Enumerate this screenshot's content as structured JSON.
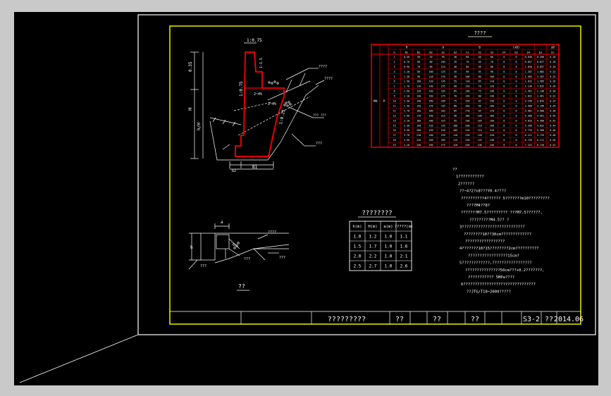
{
  "app": {
    "background": "#c9c9c9",
    "canvas": "#000000",
    "sheet_border": "#ffff00",
    "section_color": "#ff0000",
    "line_color": "#ffffff"
  },
  "title_block": {
    "name": "?????????",
    "f1": "??",
    "f2": "??",
    "f3": "??",
    "drawing_no": "S3-2",
    "f4": "??",
    "date": "2014.06"
  },
  "section": {
    "dims": {
      "total_height": "H",
      "top": "0.35",
      "lower": "h/H",
      "base": "B1",
      "bottom": "b2"
    },
    "labels": {
      "top_soil": "????",
      "slope1": "1:0.75",
      "slope2": "1:0.25",
      "fill": "1:1.5",
      "right1": "??? ???",
      "right2": "???",
      "back": "????"
    },
    "pct1": "2~4%",
    "pct2": "2~4%"
  },
  "detail": {
    "title": "??",
    "dim": "a",
    "label1": "????",
    "label2": "???",
    "label3": "???",
    "label4": "???",
    "left_label": "h"
  },
  "small_table": {
    "title": "????????",
    "headers": [
      "h(m)",
      "H(m)",
      "a(m)",
      "?????(m)"
    ],
    "rows": [
      [
        "1.0",
        "1.2",
        "1.0",
        "1.1"
      ],
      [
        "1.5",
        "1.7",
        "1.0",
        "1.6"
      ],
      [
        "2.0",
        "2.2",
        "1.0",
        "2.1"
      ],
      [
        "2.5",
        "2.7",
        "1.0",
        "2.6"
      ]
    ]
  },
  "big_table": {
    "title": "????",
    "left_cells": [
      "M4",
      "P"
    ],
    "headers_top": [
      "H",
      "b",
      "B",
      "(x0)",
      "y0"
    ],
    "headers_sub": [
      "m",
      "B1",
      "B2",
      "B3",
      "b1",
      "b2",
      "h1",
      "h2",
      "h3",
      "h4",
      "b3",
      "b4",
      "Ea",
      "Ex"
    ],
    "rows": [
      [
        "1",
        "0.50",
        "50",
        "70",
        "95",
        "30",
        "60",
        "40",
        "60",
        "0",
        "0",
        "0.646",
        "0.490",
        "0.16"
      ],
      [
        "2",
        "0.70",
        "60",
        "80",
        "105",
        "35",
        "70",
        "45",
        "70",
        "0",
        "0",
        "0.857",
        "0.627",
        "0.18"
      ],
      [
        "3",
        "0.90",
        "70",
        "90",
        "115",
        "40",
        "80",
        "50",
        "80",
        "0",
        "0",
        "1.050",
        "0.857",
        "0.20"
      ],
      [
        "4",
        "1.10",
        "80",
        "100",
        "125",
        "45",
        "90",
        "55",
        "90",
        "0",
        "0",
        "1.287",
        "1.082",
        "0.22"
      ],
      [
        "5",
        "1.30",
        "90",
        "110",
        "135",
        "50",
        "100",
        "60",
        "100",
        "0",
        "0",
        "1.585",
        "1.287",
        "0.24"
      ],
      [
        "6",
        "1.50",
        "100",
        "120",
        "145",
        "55",
        "110",
        "65",
        "110",
        "0",
        "0",
        "1.832",
        "1.585",
        "0.26"
      ],
      [
        "7",
        "1.70",
        "110",
        "130",
        "155",
        "60",
        "120",
        "70",
        "120",
        "0",
        "0",
        "2.136",
        "1.832",
        "0.28"
      ],
      [
        "8",
        "1.90",
        "120",
        "140",
        "165",
        "65",
        "130",
        "75",
        "130",
        "0",
        "0",
        "2.461",
        "2.136",
        "0.30"
      ],
      [
        "9",
        "2.10",
        "130",
        "150",
        "175",
        "70",
        "140",
        "80",
        "140",
        "0",
        "0",
        "2.832",
        "2.461",
        "0.32"
      ],
      [
        "10",
        "2.30",
        "140",
        "160",
        "185",
        "75",
        "150",
        "85",
        "150",
        "0",
        "0",
        "3.196",
        "2.832",
        "0.34"
      ],
      [
        "11",
        "2.50",
        "150",
        "170",
        "195",
        "80",
        "160",
        "90",
        "160",
        "0",
        "0",
        "3.580",
        "3.196",
        "0.36"
      ],
      [
        "12",
        "2.70",
        "160",
        "180",
        "205",
        "85",
        "170",
        "95",
        "170",
        "0",
        "0",
        "3.981",
        "3.580",
        "0.38"
      ],
      [
        "13",
        "2.90",
        "170",
        "190",
        "215",
        "90",
        "180",
        "100",
        "180",
        "0",
        "0",
        "4.380",
        "3.981",
        "0.40"
      ],
      [
        "14",
        "3.10",
        "180",
        "200",
        "225",
        "95",
        "190",
        "105",
        "190",
        "0",
        "0",
        "4.832",
        "4.380",
        "0.42"
      ],
      [
        "15",
        "3.30",
        "190",
        "210",
        "235",
        "100",
        "200",
        "110",
        "200",
        "0",
        "0",
        "5.266",
        "4.832",
        "0.44"
      ],
      [
        "16",
        "3.50",
        "200",
        "220",
        "245",
        "105",
        "210",
        "115",
        "210",
        "0",
        "0",
        "5.733",
        "5.266",
        "0.46"
      ],
      [
        "17",
        "3.70",
        "210",
        "230",
        "255",
        "110",
        "220",
        "120",
        "220",
        "0",
        "0",
        "6.211",
        "5.733",
        "0.48"
      ],
      [
        "18",
        "3.90",
        "220",
        "240",
        "265",
        "115",
        "230",
        "125",
        "230",
        "0",
        "0",
        "6.726",
        "6.211",
        "0.50"
      ],
      [
        "19",
        "4.10",
        "230",
        "250",
        "275",
        "120",
        "240",
        "130",
        "240",
        "0",
        "0",
        "7.252",
        "6.726",
        "0.52"
      ]
    ]
  },
  "notes": [
    "??",
    "1???????????",
    "2??????",
    "??~4?2?x8???Y0.4????",
    "??????????4?????? 5???????m10?????????",
    "????M4??8?",
    "???????M7.5????????? ???M7.5??????,",
    "?????????M4.5?? ?",
    "3???????????????????????????",
    "????????10??30cm?????????????",
    "?????????????????",
    "4???????10?15????????2cm??????????",
    "?????????????????15cm?",
    "5????????????,?????????????????",
    "???????????????50cm???+0.2???????,",
    "??????????? 5MPa????",
    "6???????????????????????????????",
    "??JTG/T10~2009?????"
  ]
}
